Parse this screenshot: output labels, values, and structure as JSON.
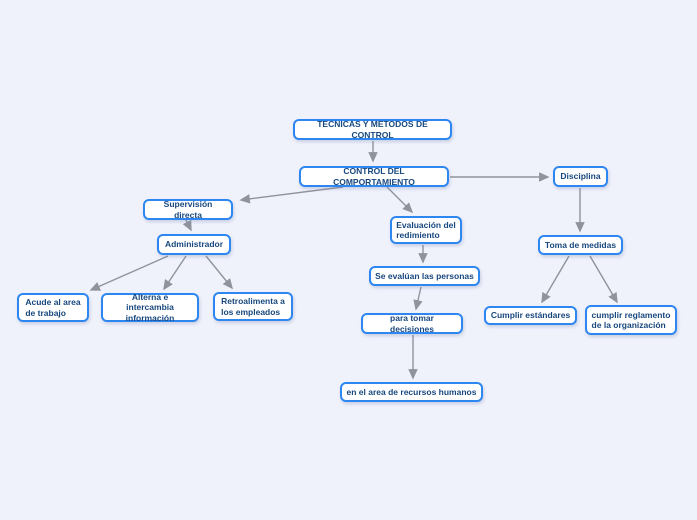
{
  "colors": {
    "background": "#f0f2fb",
    "node_fill": "#ffffff",
    "node_border": "#2e87f0",
    "node_text": "#17477e",
    "arrow": "#8f939b"
  },
  "diagram": {
    "type": "concept-map",
    "nodes": {
      "tecnicas": {
        "label": "TECNICAS Y METODOS DE CONTROL"
      },
      "control": {
        "label": "CONTROL DEL COMPORTAMIENTO"
      },
      "supervision": {
        "label": "Supervisión directa"
      },
      "administrador": {
        "label": "Administrador"
      },
      "acude": {
        "label": "Acude al area\nde trabajo"
      },
      "alterna": {
        "label": "Alterna e intercambia\ninformación"
      },
      "retroalimenta": {
        "label": "Retroalimenta a\nlos empleados"
      },
      "evaluacion": {
        "label": "Evaluación del\nredimiento"
      },
      "se_evaluan": {
        "label": "Se evalúan las personas"
      },
      "decisiones": {
        "label": "para tomar decisiones"
      },
      "recursos": {
        "label": "en el area de recursos humanos"
      },
      "disciplina": {
        "label": "Disciplina"
      },
      "medidas": {
        "label": "Toma de medidas"
      },
      "estandares": {
        "label": "Cumplir estándares"
      },
      "reglamento": {
        "label": "cumplir reglamento\nde la organización"
      }
    },
    "edges": [
      {
        "from": "tecnicas",
        "to": "control"
      },
      {
        "from": "control",
        "to": "supervision"
      },
      {
        "from": "control",
        "to": "evaluacion"
      },
      {
        "from": "control",
        "to": "disciplina"
      },
      {
        "from": "supervision",
        "to": "administrador"
      },
      {
        "from": "administrador",
        "to": "acude"
      },
      {
        "from": "administrador",
        "to": "alterna"
      },
      {
        "from": "administrador",
        "to": "retroalimenta"
      },
      {
        "from": "evaluacion",
        "to": "se_evaluan"
      },
      {
        "from": "se_evaluan",
        "to": "decisiones"
      },
      {
        "from": "decisiones",
        "to": "recursos"
      },
      {
        "from": "disciplina",
        "to": "medidas"
      },
      {
        "from": "medidas",
        "to": "estandares"
      },
      {
        "from": "medidas",
        "to": "reglamento"
      }
    ]
  }
}
